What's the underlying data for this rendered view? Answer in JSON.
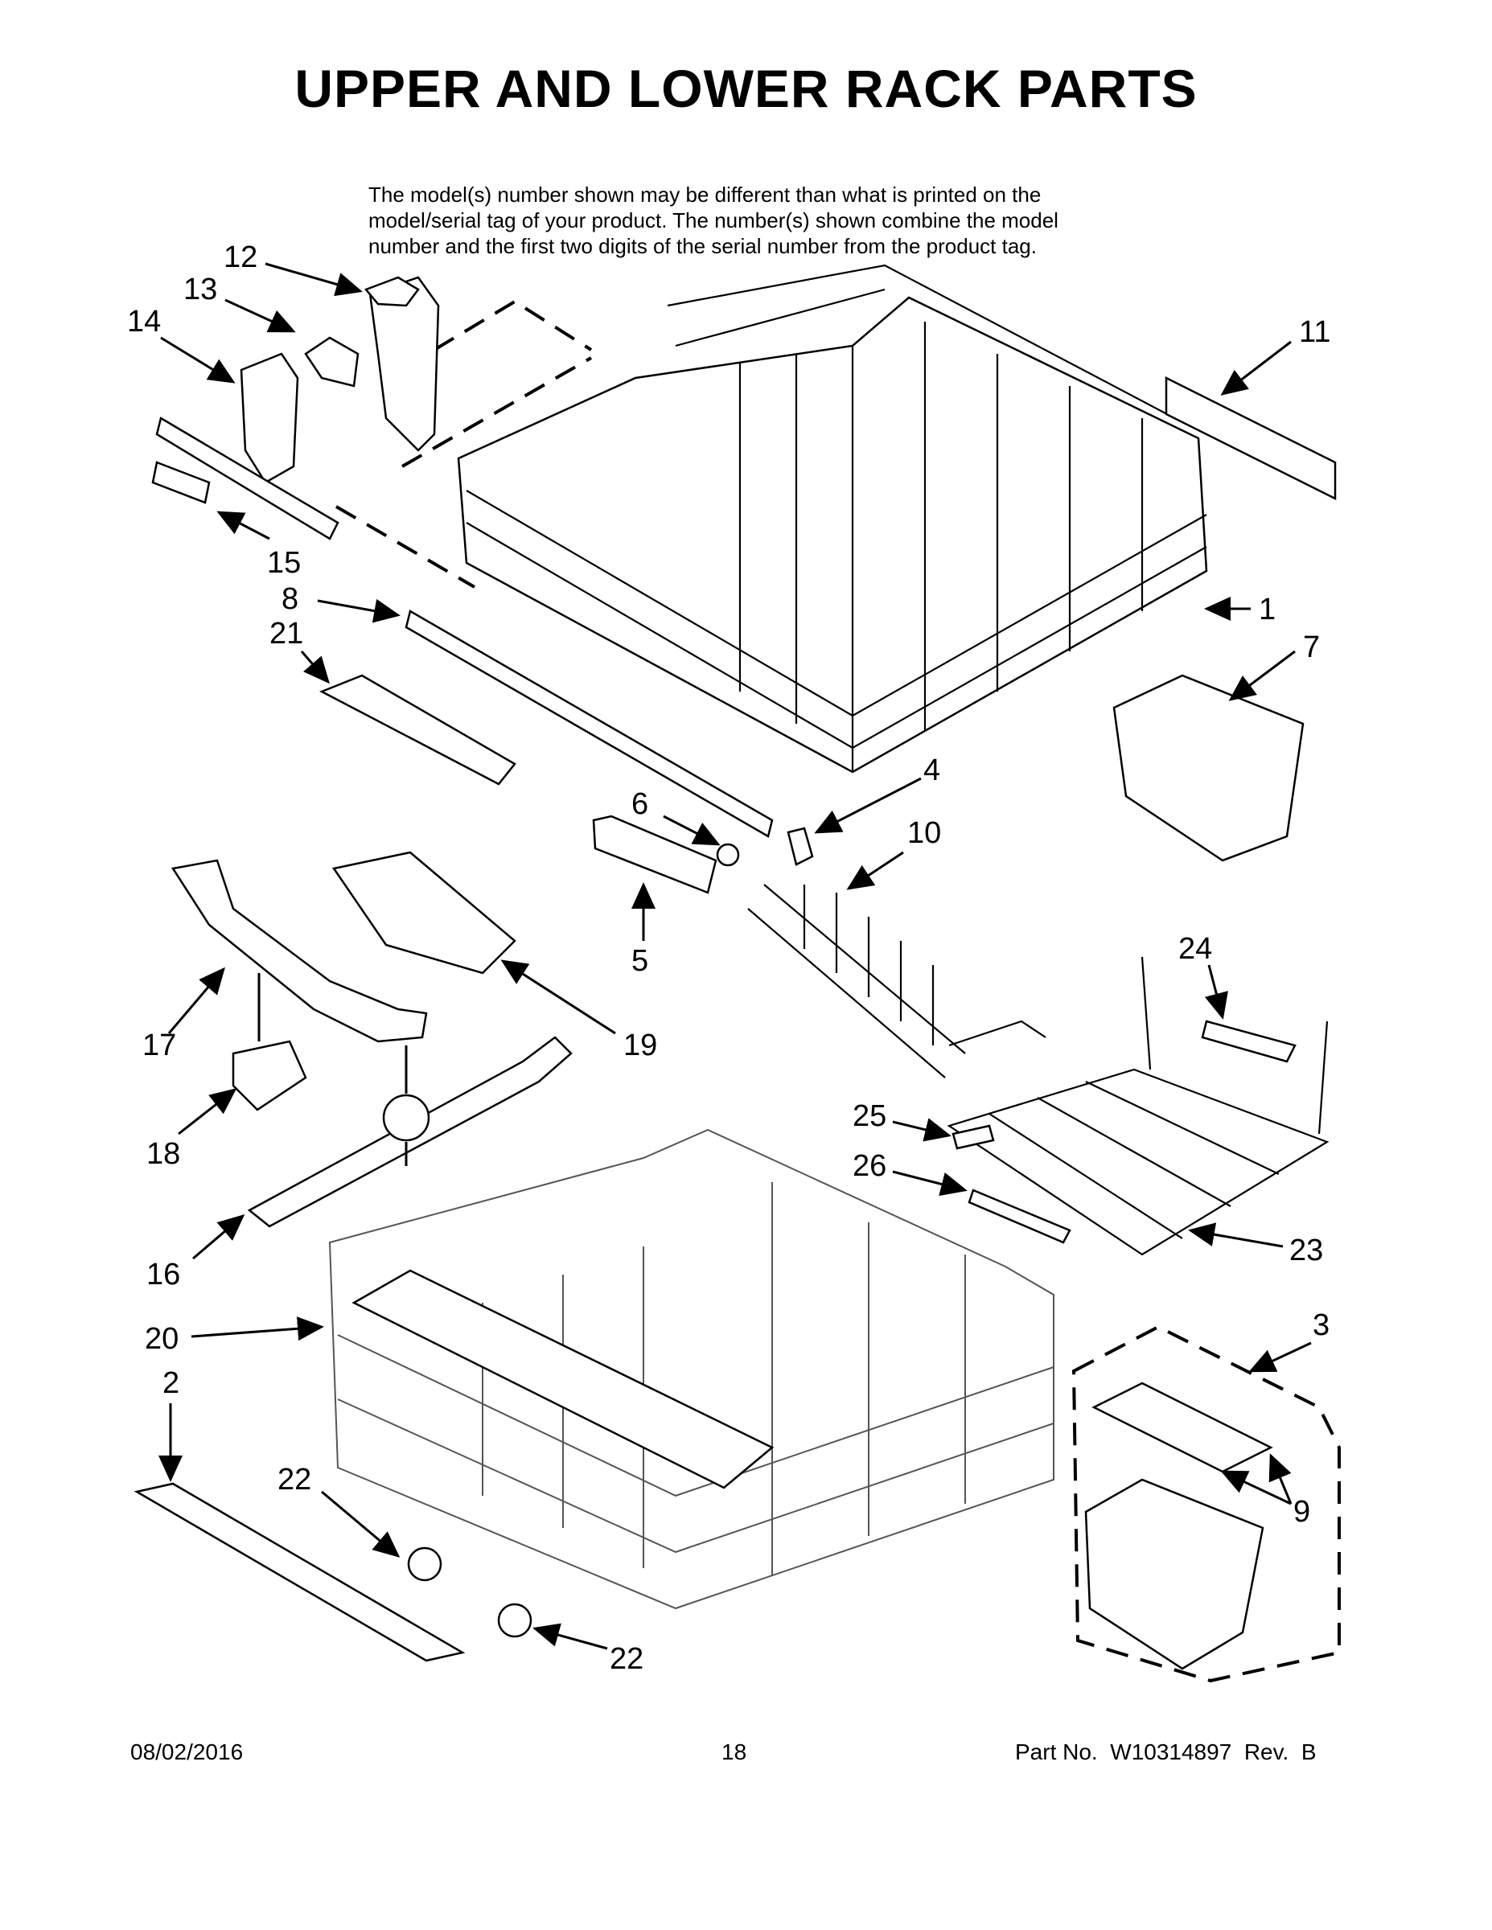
{
  "title": "UPPER AND LOWER RACK PARTS",
  "note_lines": [
    "The model(s) number shown may be different than what is printed on the",
    "model/serial tag of your product. The number(s) shown combine the model",
    "number and the first two digits of the serial number from the product tag."
  ],
  "callouts": [
    "12",
    "13",
    "14",
    "15",
    "8",
    "21",
    "11",
    "1",
    "7",
    "4",
    "6",
    "10",
    "5",
    "17",
    "19",
    "24",
    "18",
    "25",
    "26",
    "23",
    "16",
    "20",
    "3",
    "2",
    "22",
    "9",
    "22"
  ],
  "footer": {
    "date": "08/02/2016",
    "page": "18",
    "part_number": "Part No.  W10314897  Rev.  B"
  }
}
